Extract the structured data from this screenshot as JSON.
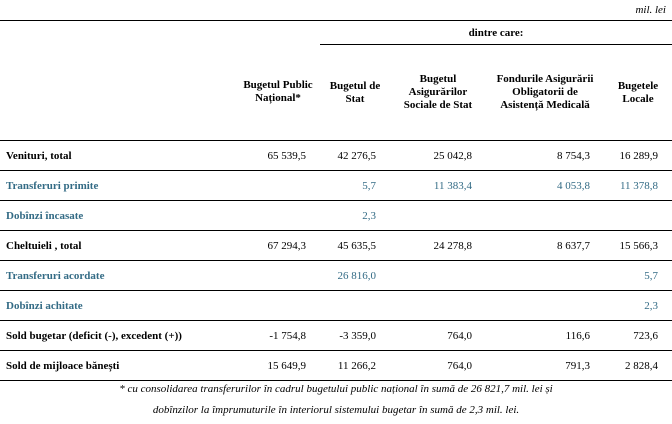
{
  "unit": "mil. lei",
  "header": {
    "group_label": "dintre care:",
    "columns": [
      "Bugetul Public Național*",
      "Bugetul de Stat",
      "Bugetul Asigurărilor Sociale de Stat",
      "Fondurile Asigurării Obligatorii de Asistență Medicală",
      "Bugetele Locale"
    ]
  },
  "rows": [
    {
      "label": "Venituri, total",
      "values": [
        "65 539,5",
        "42 276,5",
        "25 042,8",
        "8 754,3",
        "16 289,9"
      ]
    },
    {
      "label": "Transferuri primite",
      "values": [
        "",
        "5,7",
        "11 383,4",
        "4 053,8",
        "11 378,8"
      ]
    },
    {
      "label": "Dobînzi încasate",
      "values": [
        "",
        "2,3",
        "",
        "",
        ""
      ]
    },
    {
      "label": "Cheltuieli , total",
      "values": [
        "67 294,3",
        "45 635,5",
        "24 278,8",
        "8 637,7",
        "15 566,3"
      ]
    },
    {
      "label": "Transferuri acordate",
      "values": [
        "",
        "26 816,0",
        "",
        "",
        "5,7"
      ]
    },
    {
      "label": "Dobînzi achitate",
      "values": [
        "",
        "",
        "",
        "",
        "2,3"
      ]
    },
    {
      "label": "Sold bugetar (deficit (-), excedent (+))",
      "values": [
        "-1 754,8",
        "-3 359,0",
        "764,0",
        "116,6",
        "723,6"
      ]
    },
    {
      "label": "Sold de mijloace bănești",
      "values": [
        "15 649,9",
        "11 266,2",
        "764,0",
        "791,3",
        "2 828,4"
      ]
    }
  ],
  "footnote": {
    "line1": "* cu consolidarea transferurilor în cadrul bugetului public național în sumă de  26 821,7  mil. lei și",
    "line2": "dobînzilor la împrumuturile în interiorul sistemului bugetar în sumă de 2,3 mil. lei."
  },
  "colors": {
    "accent_rows": "#336b85"
  }
}
